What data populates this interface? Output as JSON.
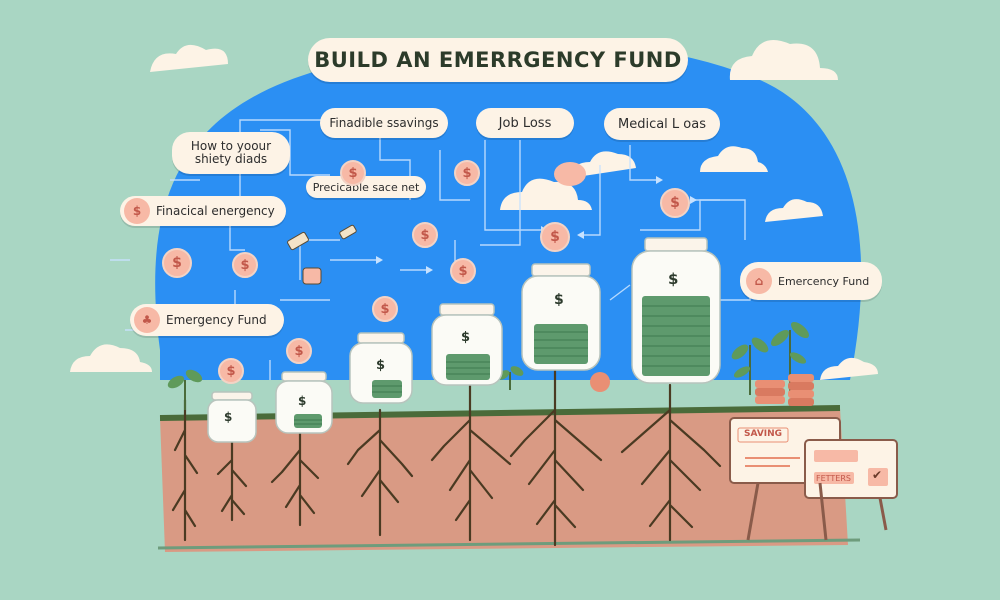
{
  "title": "BUILD AN EMERRGENCY FUND",
  "labels": {
    "how_to": "How to yoour\nshiety diads",
    "financial_emergency": "Finacical energency",
    "emergency_fund_left": "Emergency Fund",
    "findable_savings": "Finadible ssavings",
    "predictable_safety_net": "Precicable sace net",
    "job_loss": "Job Loss",
    "medical_loss": "Medical L oas",
    "emergency_fund_right": "Emercency Fund"
  },
  "board": {
    "saving_label": "SAVING",
    "status_label": "FETTERS",
    "check": "✔"
  },
  "coin_symbol": "$",
  "colors": {
    "background": "#a9d6c3",
    "sky": "#2b8ff3",
    "soil": "#d99a84",
    "accent_coin": "#f7b9a6",
    "cash": "#5e9a6d",
    "roots": "#4a3a22"
  },
  "jars": [
    {
      "stage": 1,
      "fill_level": 0.0
    },
    {
      "stage": 2,
      "fill_level": 0.2
    },
    {
      "stage": 3,
      "fill_level": 0.3
    },
    {
      "stage": 4,
      "fill_level": 0.45
    },
    {
      "stage": 5,
      "fill_level": 0.6
    },
    {
      "stage": 6,
      "fill_level": 0.75
    }
  ]
}
